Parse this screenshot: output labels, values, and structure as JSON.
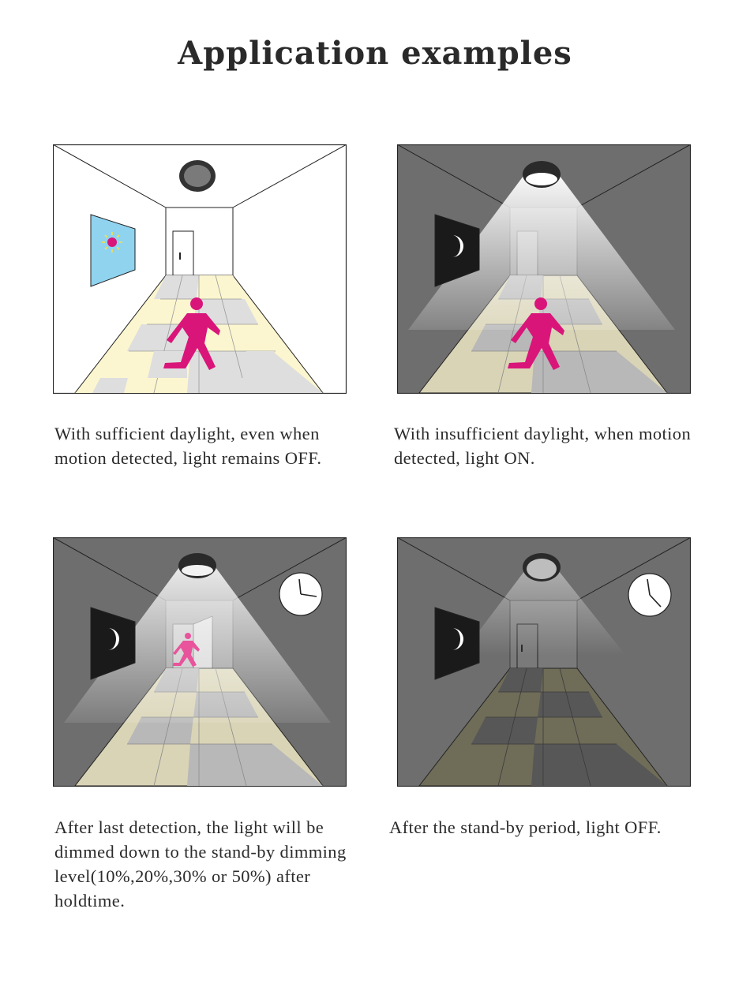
{
  "title": "Application examples",
  "colors": {
    "person": "#d9157a",
    "person_dimmed": "#e8539c",
    "sky_day": "#8fd3ef",
    "sun": "#f5e04a",
    "tile_cream": "#fbf6cf",
    "tile_grey": "#dedede",
    "room_dark": "#6e6e6e",
    "night_window": "#1a1a1a"
  },
  "panels": [
    {
      "id": "daylight-motion",
      "scene": "day",
      "light": "off",
      "person": "walking",
      "caption": "With sufficient daylight, even when motion detected, light remains OFF."
    },
    {
      "id": "night-motion",
      "scene": "night",
      "light": "on",
      "person": "walking",
      "caption": "With insufficient daylight, when motion detected, light ON."
    },
    {
      "id": "after-detection",
      "scene": "night",
      "light": "dimmed",
      "person": "leaving",
      "clock_icon": "clock-icon",
      "caption": "After last detection, the light will be dimmed down to the stand-by dimming level(10%,20%,30% or 50%) after holdtime."
    },
    {
      "id": "standby-off",
      "scene": "night",
      "light": "off",
      "person": "none",
      "clock_icon": "clock-icon",
      "caption": "After the stand-by period, light OFF."
    }
  ]
}
